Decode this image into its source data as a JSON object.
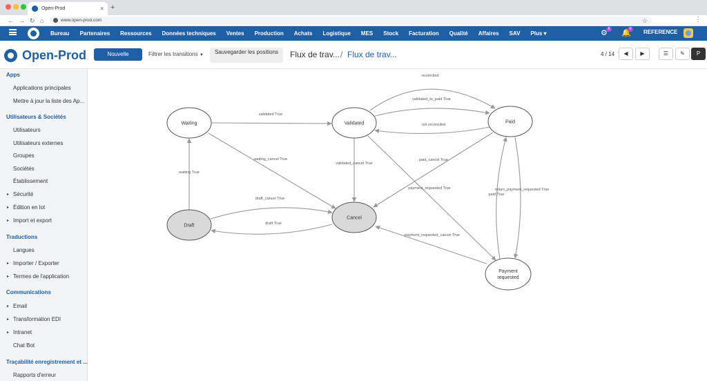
{
  "browser": {
    "tab_title": "Open-Prod",
    "url": "www.open-prod.com",
    "new_tab": "+",
    "close_tab": "×"
  },
  "topbar": {
    "menu": [
      "Bureau",
      "Partenaires",
      "Ressources",
      "Données techniques",
      "Ventes",
      "Production",
      "Achats",
      "Logistique",
      "MES",
      "Stock",
      "Facturation",
      "Qualité",
      "Affaires",
      "SAV",
      "Plus ▾"
    ],
    "activity_badge": "5",
    "notif_badge": "0",
    "reference": "REFERENCE"
  },
  "control": {
    "brand": "Open-Prod",
    "new_button": "Nouvelle",
    "filter": "Filtrer les transitions",
    "save_positions": "Sauvegarder les positions",
    "breadcrumb_1": "Flux de trav...",
    "breadcrumb_sep": "/",
    "breadcrumb_2": "Flux de trav...",
    "pager": "4 / 14"
  },
  "sidebar": {
    "items": [
      {
        "label": "Apps",
        "kind": "section"
      },
      {
        "label": "Applications principales",
        "kind": "sub"
      },
      {
        "label": "Mettre à jour la liste des Ap...",
        "kind": "sub"
      },
      {
        "label": "Utilisateurs & Sociétés",
        "kind": "section"
      },
      {
        "label": "Utilisateurs",
        "kind": "sub"
      },
      {
        "label": "Utilisateurs externes",
        "kind": "sub"
      },
      {
        "label": "Groupes",
        "kind": "sub"
      },
      {
        "label": "Sociétés",
        "kind": "sub"
      },
      {
        "label": "Établissement",
        "kind": "sub"
      },
      {
        "label": "Sécurité",
        "kind": "caret"
      },
      {
        "label": "Édition en lot",
        "kind": "caret"
      },
      {
        "label": "Import et export",
        "kind": "caret"
      },
      {
        "label": "Traductions",
        "kind": "section"
      },
      {
        "label": "Langues",
        "kind": "sub"
      },
      {
        "label": "Importer / Exporter",
        "kind": "caret"
      },
      {
        "label": "Termes de l'application",
        "kind": "caret"
      },
      {
        "label": "Communications",
        "kind": "section"
      },
      {
        "label": "Email",
        "kind": "caret"
      },
      {
        "label": "Transformation EDI",
        "kind": "caret"
      },
      {
        "label": "Intranet",
        "kind": "caret"
      },
      {
        "label": "Chat Bot",
        "kind": "sub"
      },
      {
        "label": "Traçabilité enregistrement et ...",
        "kind": "section"
      },
      {
        "label": "Rapports d'erreur",
        "kind": "sub"
      }
    ]
  },
  "diagram": {
    "nodes": [
      {
        "id": "waiting",
        "label": "Waiting",
        "fill": "#ffffff"
      },
      {
        "id": "validated",
        "label": "Validated",
        "fill": "#ffffff"
      },
      {
        "id": "paid",
        "label": "Paid",
        "fill": "#ffffff"
      },
      {
        "id": "draft",
        "label": "Draft",
        "fill": "#d9d9d9"
      },
      {
        "id": "cancel",
        "label": "Cancel",
        "fill": "#d9d9d9"
      },
      {
        "id": "payreq",
        "label": "Payment requested",
        "fill": "#ffffff"
      }
    ],
    "edges": [
      {
        "id": "e-reconciled",
        "label": "reconciled"
      },
      {
        "id": "e-val-paid",
        "label": "validated_to_paid True"
      },
      {
        "id": "e-not-rec",
        "label": "not reconciled"
      },
      {
        "id": "e-wait-val",
        "label": "validated True"
      },
      {
        "id": "e-wait-cancel",
        "label": "waiting_cancel True"
      },
      {
        "id": "e-val-cancel",
        "label": "validated_cancel True"
      },
      {
        "id": "e-paid-cancel",
        "label": "paid_cancel True"
      },
      {
        "id": "e-val-payreq",
        "label": "payment_requested True"
      },
      {
        "id": "e-draft-wait",
        "label": "waiting True"
      },
      {
        "id": "e-draft-cancel",
        "label": "draft_cancel True"
      },
      {
        "id": "e-cancel-draft",
        "label": "draft True"
      },
      {
        "id": "e-payreq-cancel",
        "label": "payment_requested_cancel True"
      },
      {
        "id": "e-return",
        "label": "return_payment_requested True"
      },
      {
        "id": "e-paid-true",
        "label": "paid True"
      }
    ]
  },
  "colors": {
    "brand": "#1f5fa6",
    "badge": "#b04de0",
    "edge": "#999999"
  }
}
